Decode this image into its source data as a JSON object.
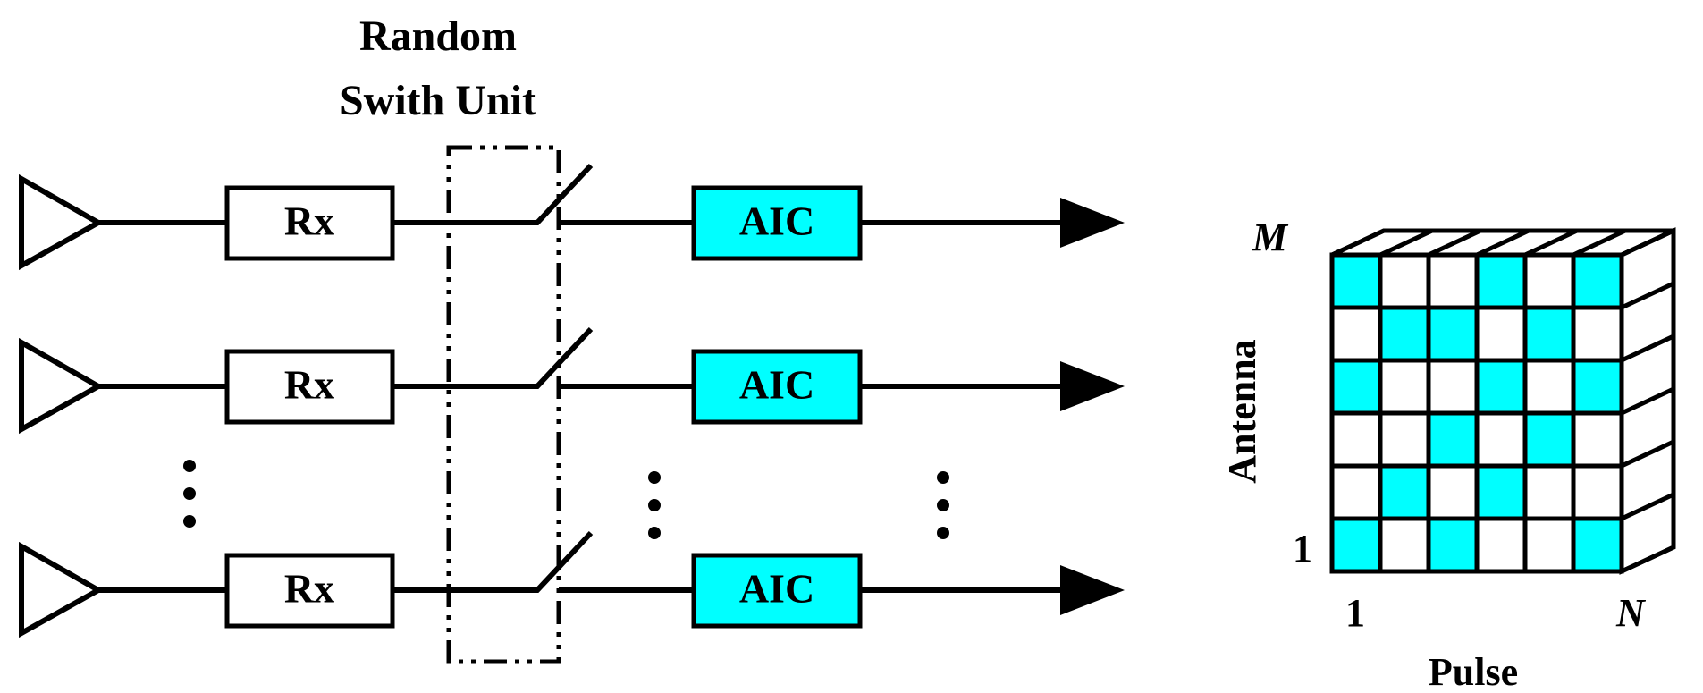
{
  "figure": {
    "background_color": "#ffffff",
    "stroke_color": "#000000",
    "accent_color": "#00ffff"
  },
  "left_block": {
    "title_line1": "Random",
    "title_line2": "Swith Unit",
    "chain_count": 3,
    "ellipsis_glyph": "⋮",
    "channels": [
      {
        "antenna_icon": "antenna-triangle-icon",
        "rx_label": "Rx",
        "switch_icon": "switch-lever-icon",
        "aic_label": "AIC",
        "output_icon": "arrow-right-icon"
      },
      {
        "antenna_icon": "antenna-triangle-icon",
        "rx_label": "Rx",
        "switch_icon": "switch-lever-icon",
        "aic_label": "AIC",
        "output_icon": "arrow-right-icon"
      },
      {
        "antenna_icon": "antenna-triangle-icon",
        "rx_label": "Rx",
        "switch_icon": "switch-lever-icon",
        "aic_label": "AIC",
        "output_icon": "arrow-right-icon"
      }
    ]
  },
  "right_block": {
    "y_axis_label": "Antenna",
    "y_axis_max_tick": "M",
    "y_axis_min_tick": "1",
    "x_axis_label": "Pulse",
    "x_axis_min_tick": "1",
    "x_axis_max_tick": "N"
  },
  "chart_data": {
    "type": "heatmap",
    "title": "",
    "xlabel": "Pulse",
    "ylabel": "Antenna",
    "xlim": [
      1,
      6
    ],
    "ylim": [
      1,
      6
    ],
    "x_tick_labels": [
      "1",
      "N"
    ],
    "y_tick_labels": [
      "1",
      "M"
    ],
    "rows": 6,
    "cols": 6,
    "legend": [],
    "colormap": {
      "0": "#ffffff",
      "1": "#00ffff"
    },
    "note": "Row order is top (Antenna M) to bottom (Antenna 1); 1 = selected / sampled pulse.",
    "values": [
      [
        1,
        0,
        0,
        1,
        0,
        1
      ],
      [
        0,
        1,
        1,
        0,
        1,
        0
      ],
      [
        1,
        0,
        0,
        1,
        0,
        1
      ],
      [
        0,
        0,
        1,
        0,
        1,
        0
      ],
      [
        0,
        1,
        0,
        1,
        0,
        0
      ],
      [
        1,
        0,
        1,
        0,
        0,
        1
      ]
    ]
  }
}
